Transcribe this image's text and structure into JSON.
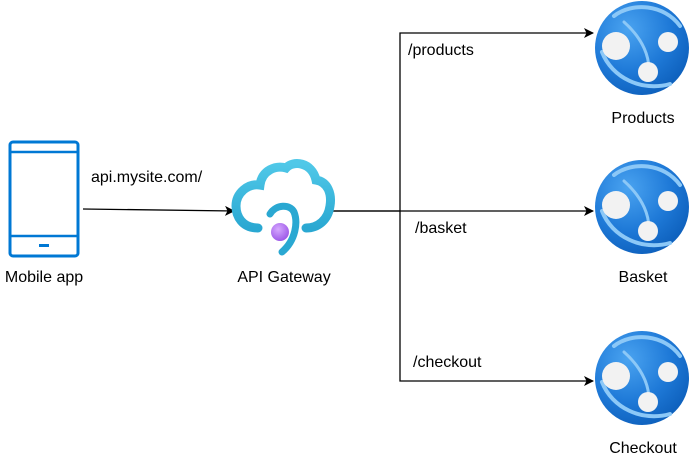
{
  "nodes": {
    "mobile": {
      "label": "Mobile app",
      "icon": "mobile-phone-icon",
      "color": "#0078D4"
    },
    "gateway": {
      "label": "API Gateway",
      "icon": "api-management-cloud-icon",
      "color": "#32BEDD",
      "accent": "#B77AF4"
    },
    "products": {
      "label": "Products",
      "icon": "web-app-globe-icon",
      "color": "#0078D4"
    },
    "basket": {
      "label": "Basket",
      "icon": "web-app-globe-icon",
      "color": "#0078D4"
    },
    "checkout": {
      "label": "Checkout",
      "icon": "web-app-globe-icon",
      "color": "#0078D4"
    }
  },
  "edges": {
    "mobile_to_gateway": {
      "label": "api.mysite.com/"
    },
    "gateway_to_products": {
      "label": "/products"
    },
    "gateway_to_basket": {
      "label": "/basket"
    },
    "gateway_to_checkout": {
      "label": "/checkout"
    }
  }
}
